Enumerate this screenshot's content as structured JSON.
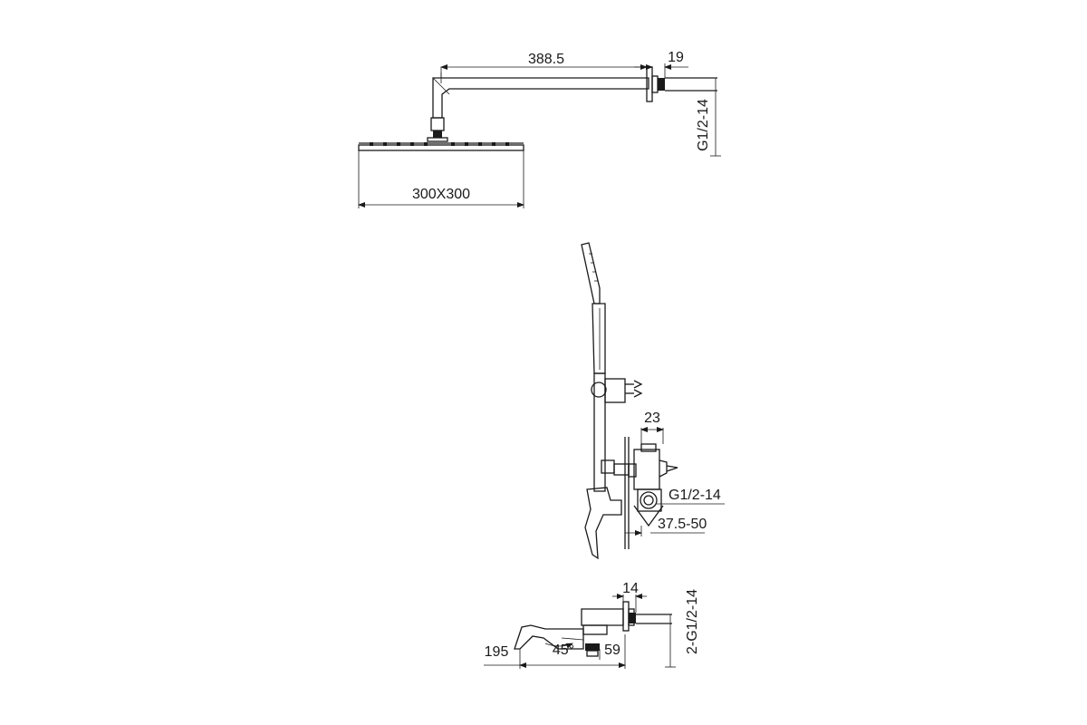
{
  "dimensions": {
    "arm_length": "388.5",
    "flange_depth_top": "19",
    "thread_top": "G1/2-14",
    "head_size": "300X300",
    "valve_depth": "23",
    "thread_mid": "G1/2-14",
    "wall_range": "37.5-50",
    "flange_depth_bottom": "14",
    "thread_bottom": "2-G1/2-14",
    "spout_length": "195",
    "spout_angle": "45°",
    "spout_height": "59"
  }
}
